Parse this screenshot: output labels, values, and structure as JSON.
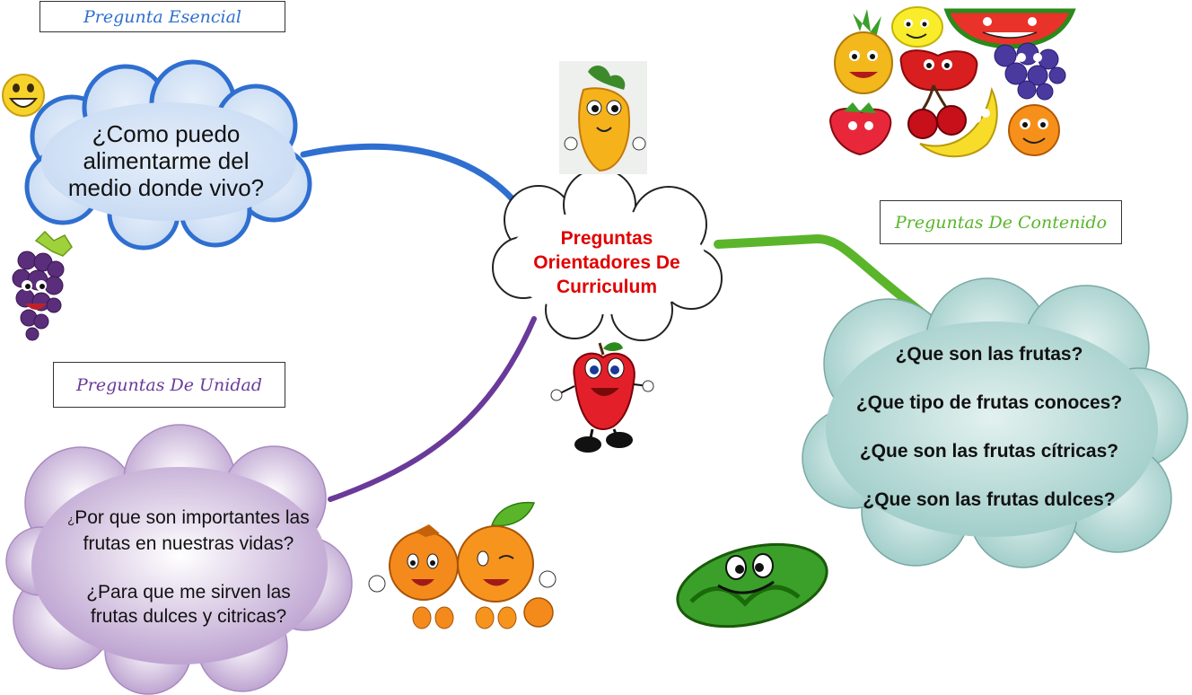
{
  "labels": {
    "essential": "Pregunta Esencial",
    "content": "Preguntas De Contenido",
    "unit": "Preguntas De Unidad"
  },
  "center": {
    "line1": "Preguntas",
    "line2": "Orientadores De",
    "line3": "Curriculum"
  },
  "essential_question": {
    "line1": "¿Como puedo",
    "line2": "alimentarme del",
    "line3": "medio donde vivo?"
  },
  "content_questions": [
    "¿Que son las frutas?",
    "¿Que tipo de frutas conoces?",
    "¿Que son las frutas cítricas?",
    "¿Que son las frutas dulces?"
  ],
  "unit_questions": {
    "q1_mark": "¿",
    "q1_line1": "Por que son importantes las",
    "q1_line2": "frutas en nuestras vidas?",
    "q2_line1": "¿Para que me sirven las",
    "q2_line2": "frutas dulces y citricas?"
  },
  "colors": {
    "essential": "#2f6fd0",
    "content": "#5ab52a",
    "unit": "#6a3a9a",
    "center_text": "#e00000",
    "essential_cloud_fill": "#d6e4f6",
    "content_cloud_fill": "#a6cfcc",
    "unit_cloud_fill": "#c9b3d8"
  }
}
